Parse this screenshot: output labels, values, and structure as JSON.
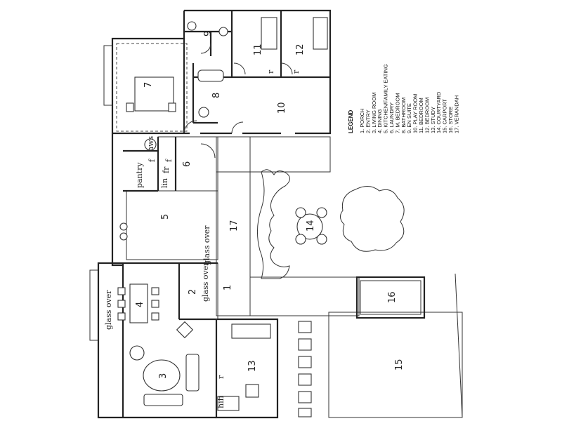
{
  "rooms": {
    "r1": "1",
    "r2": "2",
    "r3": "3",
    "r4": "4",
    "r5": "5",
    "r6": "6",
    "r7": "7",
    "r8": "8",
    "r9": "9",
    "r10": "10",
    "r11": "11",
    "r12": "12",
    "r13": "13",
    "r14": "14",
    "r15": "15",
    "r16": "16",
    "r17": "17"
  },
  "annotations": {
    "hws": "hws",
    "pantry": "pantry",
    "lin": "lin",
    "f1": "f",
    "f2": "f",
    "fr": "fr",
    "r_a": "r",
    "r_b": "r",
    "r_c": "r",
    "hifi": "hifi",
    "glass1": "glass over",
    "glass2": "glass over",
    "glass3": "glass over"
  },
  "legend": {
    "title": "LEGEND",
    "items": [
      "1.   PORCH",
      "2.   ENTRY",
      "3.   LIVING ROOM",
      "4.   DINING",
      "5.   KITCHEN/FAMILY EATING",
      "6.   LAUNDRY",
      "7.   M. BEDROOM",
      "8.   BATHROOM",
      "9.   EN SUITE",
      "10.  PLAY ROOM",
      "11.  BEDROOM",
      "12.  BEDROOM",
      "13.  STUDY",
      "14.  COURTYARD",
      "15.  CARPORT",
      "16.  STORE",
      "17.  VERANDAH"
    ]
  }
}
